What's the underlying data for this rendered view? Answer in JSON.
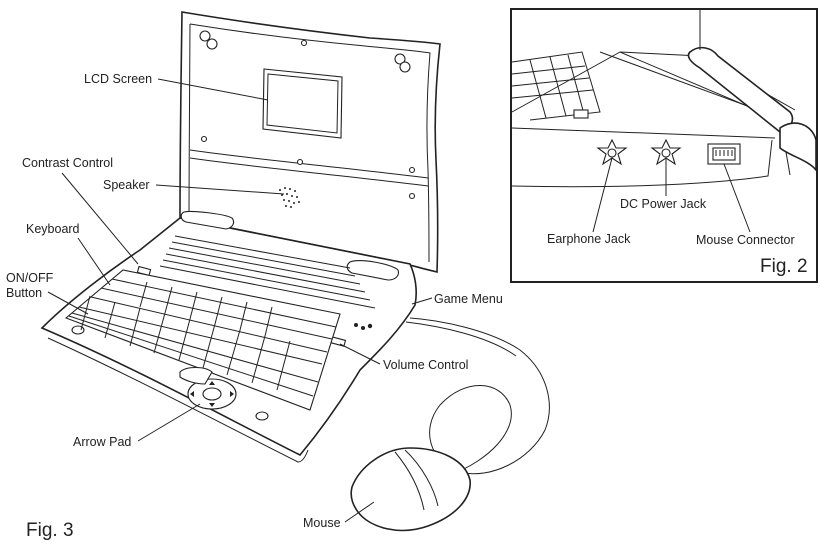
{
  "main_figure": {
    "caption": "Fig. 3",
    "labels": {
      "lcd_screen": "LCD Screen",
      "contrast_control": "Contrast Control",
      "speaker": "Speaker",
      "keyboard": "Keyboard",
      "on_off_line1": "ON/OFF",
      "on_off_line2": "Button",
      "game_menu": "Game Menu",
      "volume_control": "Volume Control",
      "arrow_pad": "Arrow Pad",
      "mouse": "Mouse"
    }
  },
  "inset_figure": {
    "caption": "Fig. 2",
    "labels": {
      "earphone_jack": "Earphone Jack",
      "dc_power_jack": "DC Power Jack",
      "mouse_connector": "Mouse Connector"
    }
  }
}
